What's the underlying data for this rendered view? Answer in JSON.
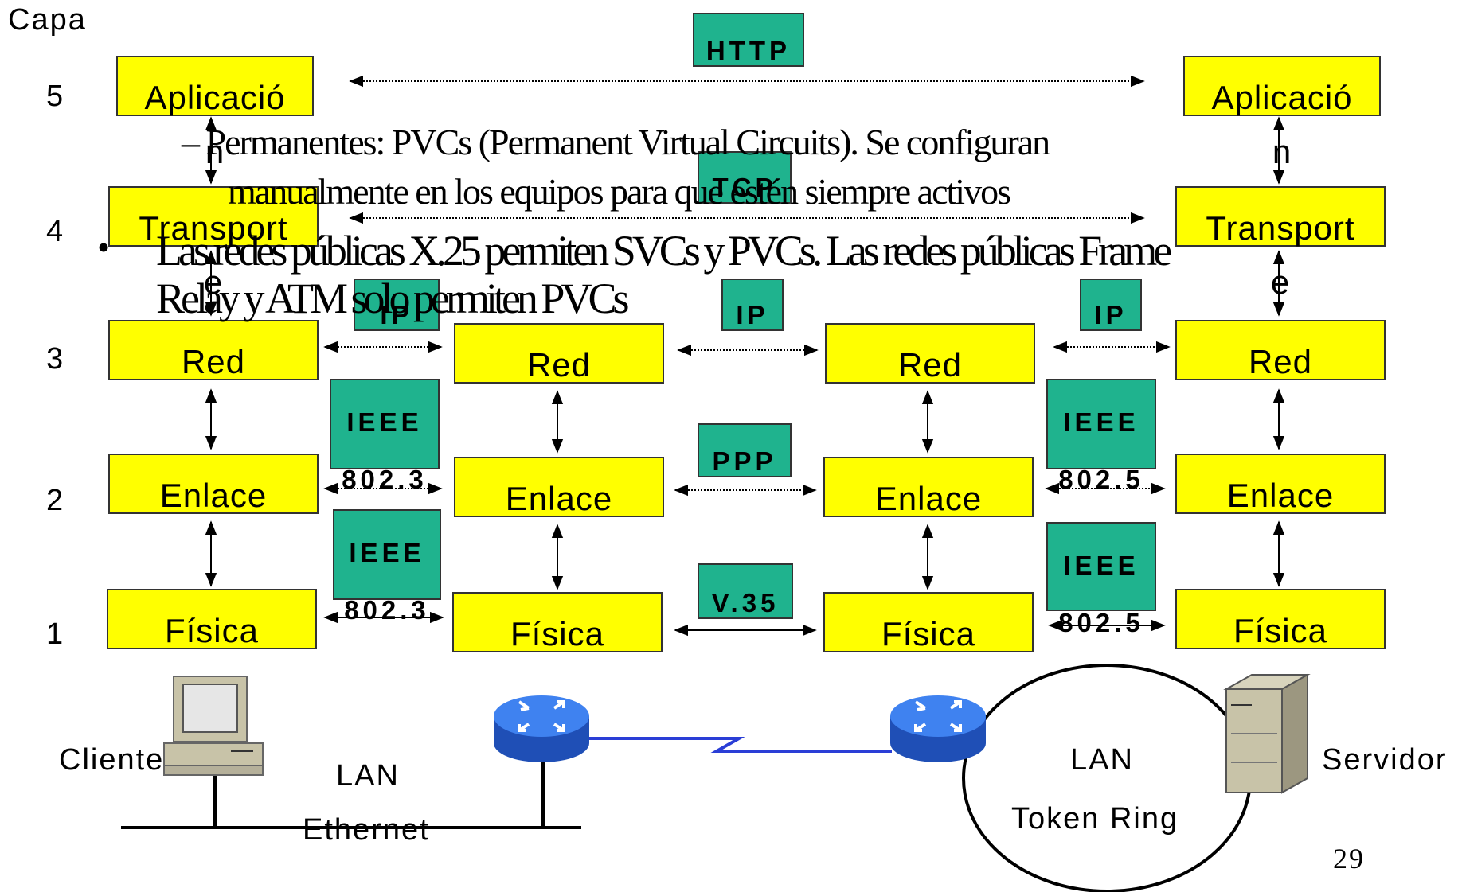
{
  "axis_label": "Capa",
  "layer_numbers": [
    "5",
    "4",
    "3",
    "2",
    "1"
  ],
  "protocols": {
    "http": "HTTP",
    "tcp": "TCP",
    "ip": "IP",
    "ieee": "IEEE",
    "ieee_8023": "802.3",
    "ieee_8025": "802.5",
    "ppp": "PPP",
    "v35": "V.35"
  },
  "layers": {
    "aplicacion": "Aplicació",
    "aplicacion_overflow": "n",
    "transporte": "Transport",
    "transporte_overflow": "e",
    "red": "Red",
    "enlace": "Enlace",
    "fisica": "Física"
  },
  "network": {
    "cliente": "Cliente",
    "servidor": "Servidor",
    "lan_ethernet_1": "LAN",
    "lan_ethernet_2": "Ethernet",
    "lan_token_1": "LAN",
    "lan_token_2": "Token Ring"
  },
  "overlay_text": {
    "dash_line_1": "– Permanentes: PVCs (Permanent Virtual Circuits). Se configuran",
    "dash_line_2": "manualmente en los equipos para que estén siempre activos",
    "bullet_symbol": "•",
    "bullet_line_1": "Las redes públicas X.25 permiten SVCs y PVCs. Las redes públicas Frame",
    "bullet_line_2": "Relay y ATM solo permiten PVCs"
  },
  "page_number": "29",
  "colors": {
    "layer_fill": "#ffff00",
    "protocol_fill": "#1fb38e",
    "router_fill": "#2f6fe0",
    "wan_line": "#2a3ed6"
  },
  "icons": [
    "client-computer-icon",
    "router-icon",
    "server-icon"
  ]
}
